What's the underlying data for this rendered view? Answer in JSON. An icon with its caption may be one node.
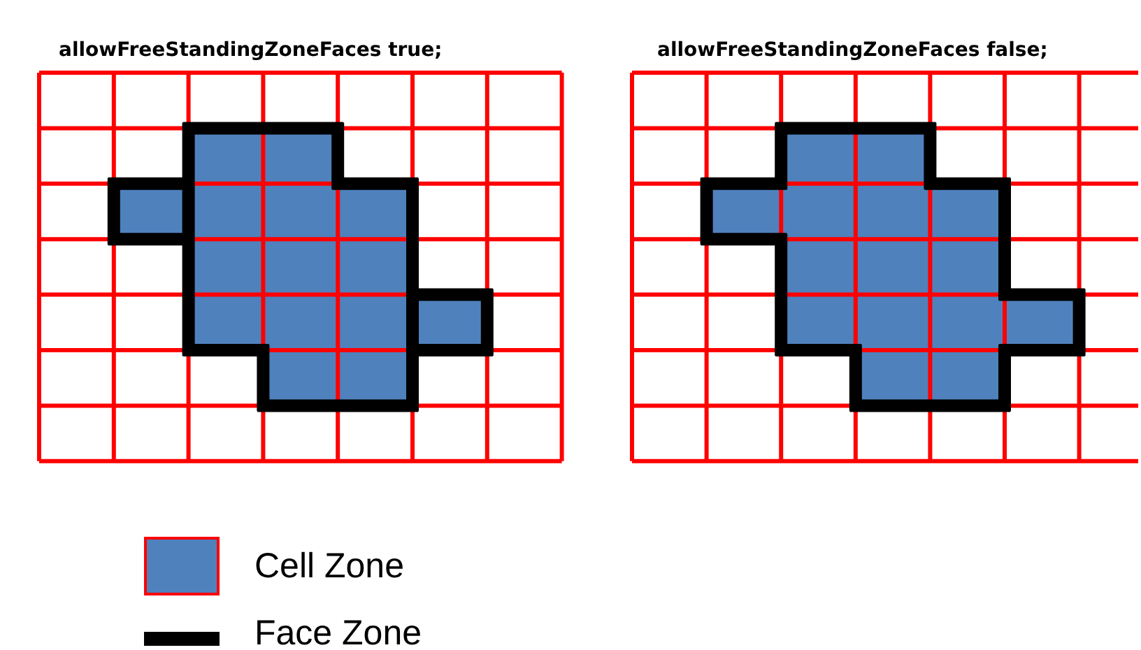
{
  "diagram": {
    "labels": [
      "allowFreeStandingZoneFaces true;",
      "allowFreeStandingZoneFaces false;"
    ],
    "legend": [
      {
        "text": "Cell Zone",
        "color": "#4f81bd"
      },
      {
        "text": "Face Zone"
      }
    ]
  }
}
